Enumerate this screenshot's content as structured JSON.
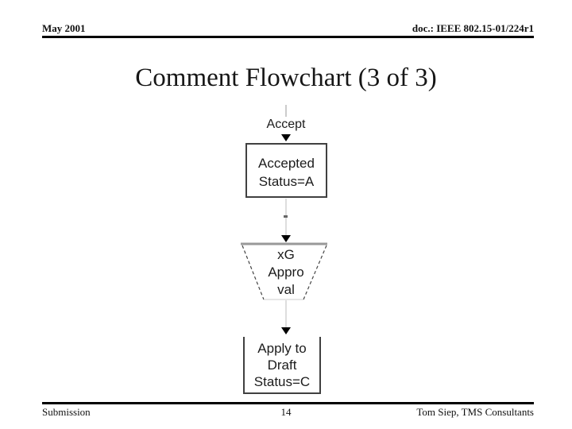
{
  "slide": {
    "header": {
      "date": "May 2001",
      "doc": "doc.: IEEE 802.15-01/224r1"
    },
    "title": "Comment Flowchart (3 of 3)",
    "flowchart": {
      "entry_label": "Accept",
      "box_accepted": {
        "line1": "Accepted",
        "line2": "Status=A"
      },
      "trapezoid": {
        "line1": "xG",
        "line2": "Appro",
        "line3": "val"
      },
      "box_apply": {
        "line1": "Apply to",
        "line2": "Draft",
        "line3": "Status=C"
      }
    },
    "footer": {
      "left": "Submission",
      "page": "14",
      "right": "Tom Siep, TMS Consultants"
    },
    "colors": {
      "background": "#ffffff",
      "text": "#1c1c1c",
      "rule": "#000000",
      "box_border": "#404040",
      "trapezoid_top_edge": "#999999",
      "connector": "#dddddd",
      "arrow": "#000000"
    }
  }
}
